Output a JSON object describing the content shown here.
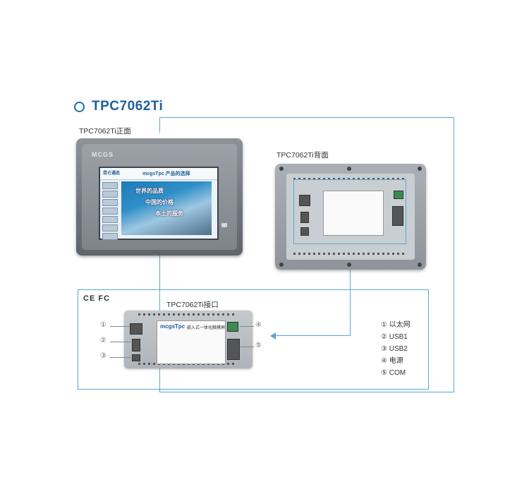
{
  "title": "TPC7062Ti",
  "front_label": "TPC7062Ti正面",
  "back_label": "TPC7062Ti背面",
  "interface_label": "TPC7062Ti接口",
  "front_logo": "MCGS",
  "screen": {
    "brand": "昆仑通态",
    "product_banner": "mcgsTpc 产品的选择",
    "slogan_1": "世界的品质",
    "slogan_2": "中国的价格",
    "slogan_3": "本土的服务"
  },
  "certifications": "CE  FC",
  "device_sticker": {
    "brand": "mcgsTpc",
    "product_type": "嵌入式一体化触摸屏"
  },
  "port_numbers": [
    "①",
    "②",
    "③",
    "④",
    "⑤"
  ],
  "legend": [
    "① 以太网",
    "② USB1",
    "③ USB2",
    "④ 电源",
    "⑤ COM"
  ],
  "colors": {
    "title": "#1d5f9c",
    "connector_line": "#5aa6d0"
  }
}
